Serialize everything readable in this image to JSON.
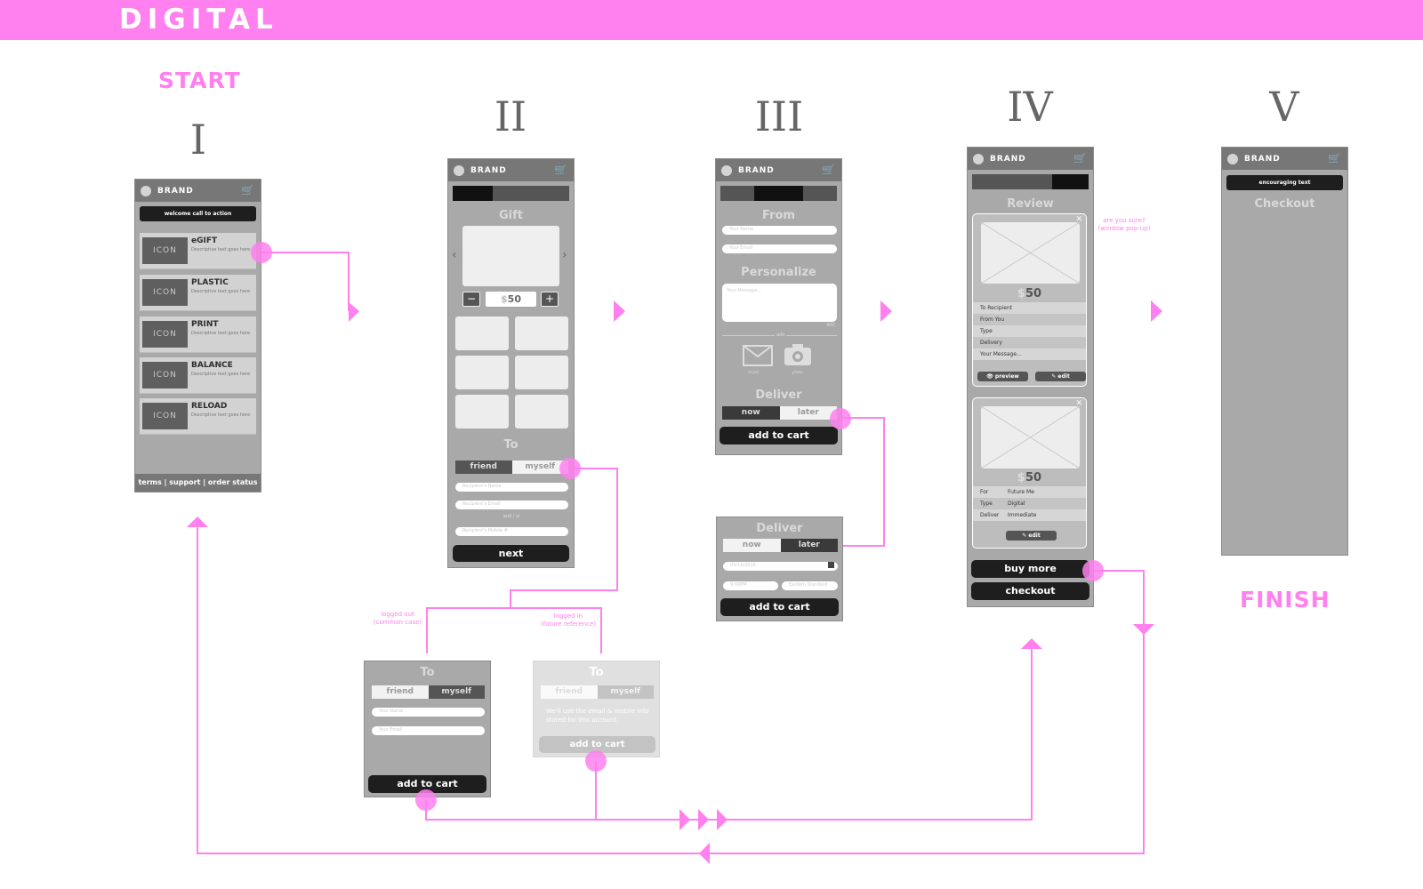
{
  "banner": {
    "title": "DIGITAL"
  },
  "labels": {
    "start": "START",
    "finish": "FINISH"
  },
  "numerals": [
    "I",
    "II",
    "III",
    "IV",
    "V"
  ],
  "colors": {
    "accent": "#ff80ee",
    "screen_bg": "#a9a9a9",
    "header_bg": "#777777",
    "button": "#1e1e1e"
  },
  "screen1": {
    "brand": "BRAND",
    "cta": "welcome call to action",
    "items": [
      {
        "icon": "ICON",
        "name": "eGIFT",
        "desc": "Descriptive text goes here"
      },
      {
        "icon": "ICON",
        "name": "PLASTIC",
        "desc": "Descriptive text goes here"
      },
      {
        "icon": "ICON",
        "name": "PRINT",
        "desc": "Descriptive text goes here"
      },
      {
        "icon": "ICON",
        "name": "BALANCE",
        "desc": "Descriptive text goes here"
      },
      {
        "icon": "ICON",
        "name": "RELOAD",
        "desc": "Descriptive text goes here"
      }
    ],
    "footer": "terms | support | order status"
  },
  "screen2": {
    "brand": "BRAND",
    "gift_heading": "Gift",
    "amount_prefix": "$",
    "amount": "50",
    "minus": "−",
    "plus": "+",
    "to_heading": "To",
    "friend": "friend",
    "myself": "myself",
    "fields": [
      "Recipient's Name",
      "Recipient's Email",
      "Recipient's Mobile #"
    ],
    "andor": "and / or",
    "next": "next"
  },
  "screen3": {
    "brand": "BRAND",
    "from_heading": "From",
    "from_fields": [
      "Your Name",
      "Your Email"
    ],
    "personalize_heading": "Personalize",
    "message_placeholder": "Your Message...",
    "char_count": "400",
    "add_label": "add",
    "ecard": "eCard",
    "photo": "photo",
    "deliver_heading": "Deliver",
    "now": "now",
    "later": "later",
    "add_to_cart": "add to cart"
  },
  "deliver_later": {
    "heading": "Deliver",
    "now": "now",
    "later": "later",
    "date": "05/16/2016",
    "time": "9:00PM",
    "zone": "Eastern Standard",
    "add_to_cart": "add to cart"
  },
  "to_loggedout": {
    "heading": "To",
    "friend": "friend",
    "myself": "myself",
    "fields": [
      "Your Name",
      "Your Email"
    ],
    "add_to_cart": "add to cart"
  },
  "to_loggedin": {
    "heading": "To",
    "friend": "friend",
    "myself": "myself",
    "message": "We'll use the email & mobile info stored for this account.",
    "add_to_cart": "add to cart"
  },
  "notes": {
    "logged_out": [
      "logged out",
      "(common case)"
    ],
    "logged_in": [
      "logged in",
      "(future reference)"
    ],
    "are_you_sure": [
      "are you sure?",
      "(window pop-up)"
    ]
  },
  "screen4": {
    "brand": "BRAND",
    "review_heading": "Review",
    "card1": {
      "amount_prefix": "$",
      "amount": "50",
      "rows": [
        "To Recipient",
        "From You",
        "Type",
        "Delivery",
        "Your Message..."
      ],
      "preview": "preview",
      "edit": "edit"
    },
    "card2": {
      "amount_prefix": "$",
      "amount": "50",
      "rows": [
        [
          "For",
          "Future Me"
        ],
        [
          "Type",
          "Digital"
        ],
        [
          "Deliver",
          "Immediate"
        ]
      ],
      "edit": "edit"
    },
    "buy_more": "buy more",
    "checkout": "checkout"
  },
  "screen5": {
    "brand": "BRAND",
    "banner": "encouraging text",
    "heading": "Checkout"
  }
}
